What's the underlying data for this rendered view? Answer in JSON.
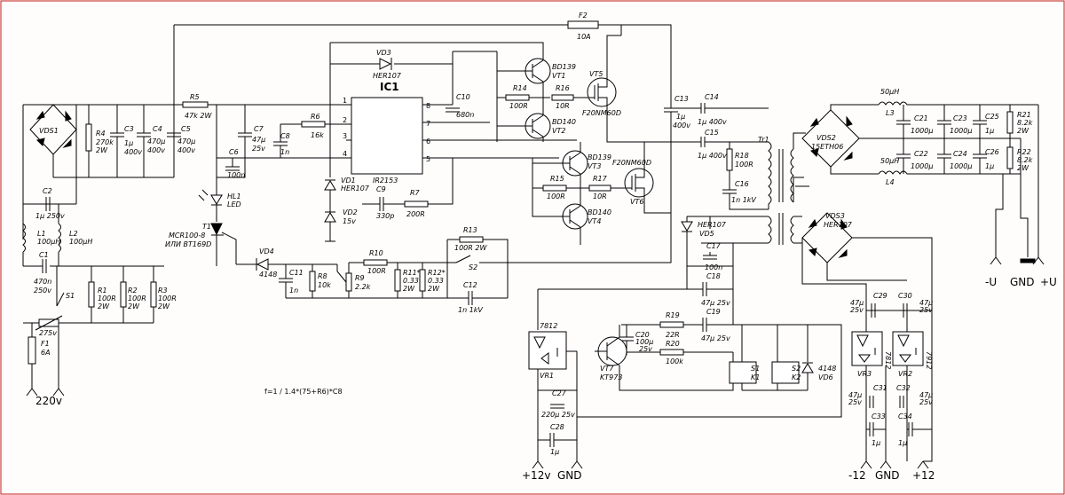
{
  "labels": {
    "vds1": "VDS1",
    "r4": "R4",
    "r4v": "270k",
    "r4w": "2W",
    "c3": "C3",
    "c3v": "1µ",
    "c3u": "400v",
    "c4": "C4",
    "c4v": "470µ",
    "c4u": "400v",
    "c5": "C5",
    "c5v": "470µ",
    "c5u": "400v",
    "r5": "R5",
    "r5v": "47k 2W",
    "c2": "C2",
    "c2v": "1µ 250v",
    "l1": "L1",
    "l1v": "100µH",
    "l2": "L2",
    "l2v": "100µH",
    "c1": "C1",
    "c1v": "470n",
    "c1u": "250v",
    "s1": "S1",
    "r1": "R1",
    "r1v": "100R",
    "r1w": "2W",
    "r2": "R2",
    "r2v": "100R",
    "r2w": "2W",
    "r3": "R3",
    "r3v": "100R",
    "r3w": "2W",
    "v275": "275v",
    "f1": "F1",
    "f1v": "6A",
    "mains": "220v",
    "c7": "C7",
    "c7v": "47µ",
    "c7u": "25v",
    "c6": "C6",
    "c6v": "100n",
    "c8": "C8",
    "c8v": "1n",
    "r6": "R6",
    "r6v": "16k",
    "hl1": "HL1",
    "hl1v": "LED",
    "t1": "T1",
    "t1v": "MCR100-8",
    "t1alt": "ИЛИ BT169D",
    "vd3": "VD3",
    "vd3v": "HER107",
    "ic1": "IC1",
    "ic1v": "IR2153",
    "vd1": "VD1",
    "vd1v": "HER107",
    "vd2": "VD2",
    "vd2v": "15v",
    "c9": "C9",
    "c9v": "330p",
    "r7": "R7",
    "r7v": "200R",
    "c10": "C10",
    "c10v": "680n",
    "f2": "F2",
    "f2v": "10A",
    "vt1": "VT1",
    "vt1v": "BD139",
    "vt2": "VT2",
    "vt2v": "BD140",
    "vt3": "VT3",
    "vt3v": "BD139",
    "vt4": "VT4",
    "vt4v": "BD140",
    "vt5": "VT5",
    "vt5v": "F20NM60D",
    "vt6": "VT6",
    "vt6v": "F20NM60D",
    "r14": "R14",
    "r14v": "100R",
    "r16": "R16",
    "r16v": "10R",
    "r15": "R15",
    "r15v": "100R",
    "r17": "R17",
    "r17v": "10R",
    "c13": "C13",
    "c13v": "1µ",
    "c13u": "400v",
    "c14": "C14",
    "c14v": "1µ 400v",
    "c15": "C15",
    "c15v": "1µ 400v",
    "r18": "R18",
    "r18v": "100R",
    "c16": "C16",
    "c16v": "1n 1kV",
    "tr1": "Tr1",
    "vds2": "VDS2",
    "vds2v": "15ETH06",
    "l3": "L3",
    "l3v": "50µH",
    "l4": "L4",
    "l4v": "50µH",
    "c21": "C21",
    "c21v": "1000µ",
    "c23": "C23",
    "c23v": "1000µ",
    "c25": "C25",
    "c25v": "1µ",
    "c22": "C22",
    "c22v": "1000µ",
    "c24": "C24",
    "c24v": "1000µ",
    "c26": "C26",
    "c26v": "1µ",
    "r21": "R21",
    "r21v": "8.2k",
    "r21w": "2W",
    "r22": "R22",
    "r22v": "8.2k",
    "r22w": "2W",
    "out_minus": "-U",
    "out_gnd": "GND",
    "out_plus": "+U",
    "vd4": "VD4",
    "vd4v": "4148",
    "c11": "C11",
    "c11v": "1n",
    "r8": "R8",
    "r8v": "10k",
    "r10": "R10",
    "r10v": "100R",
    "r9": "R9",
    "r9v": "2.2k",
    "r11": "R11*",
    "r11v": "0.33",
    "r11w": "2W",
    "r12": "R12*",
    "r12v": "0.33",
    "r12w": "2W",
    "r13": "R13",
    "r13v": "100R 2W",
    "s2": "S2",
    "c12": "C12",
    "c12v": "1n 1kV",
    "vd5": "VD5",
    "vd5v": "HER107",
    "c17": "C17",
    "c17v": "100n",
    "c18": "C18",
    "c18v": "47µ 25v",
    "c19": "C19",
    "c19v": "47µ 25v",
    "vds3": "VDS3",
    "vds3v": "HER107",
    "r19": "R19",
    "r19v": "22R",
    "c20": "C20",
    "c20v": "100µ",
    "c20u": "25v",
    "r20": "R20",
    "r20v": "100k",
    "vt7": "VT7",
    "vt7v": "KT973",
    "k1s": "S1",
    "k1": "K1",
    "k2s": "S2",
    "k2": "K2",
    "vd6": "VD6",
    "vd6v": "4148",
    "vr1": "VR1",
    "vr1v": "7812",
    "c27": "C27",
    "c27v": "220µ 25v",
    "c28": "C28",
    "c28v": "1µ",
    "out12": "+12v",
    "out12gnd": "GND",
    "c29": "C29",
    "c29v": "47µ",
    "c29u": "25v",
    "c30": "C30",
    "c30v": "47µ",
    "c30u": "25v",
    "vr3": "VR3",
    "vr3v": "7812",
    "vr2": "VR2",
    "vr2v": "7912",
    "c31": "C31",
    "c31v": "47µ",
    "c31u": "25v",
    "c32": "C32",
    "c32v": "47µ",
    "c32u": "25v",
    "c33": "C33",
    "c33v": "1µ",
    "c34": "C34",
    "c34v": "1µ",
    "out_m12": "-12",
    "out_gnd2": "GND",
    "out_p12": "+12",
    "formula": "f=1 / 1.4*(75+R6)*C8",
    "pin1": "1",
    "pin2": "2",
    "pin3": "3",
    "pin4": "4",
    "pin5": "5",
    "pin6": "6",
    "pin7": "7",
    "pin8": "8"
  },
  "colors": {
    "border": "#c41a1a",
    "ink": "#000000",
    "paper": "#fffdfb"
  }
}
